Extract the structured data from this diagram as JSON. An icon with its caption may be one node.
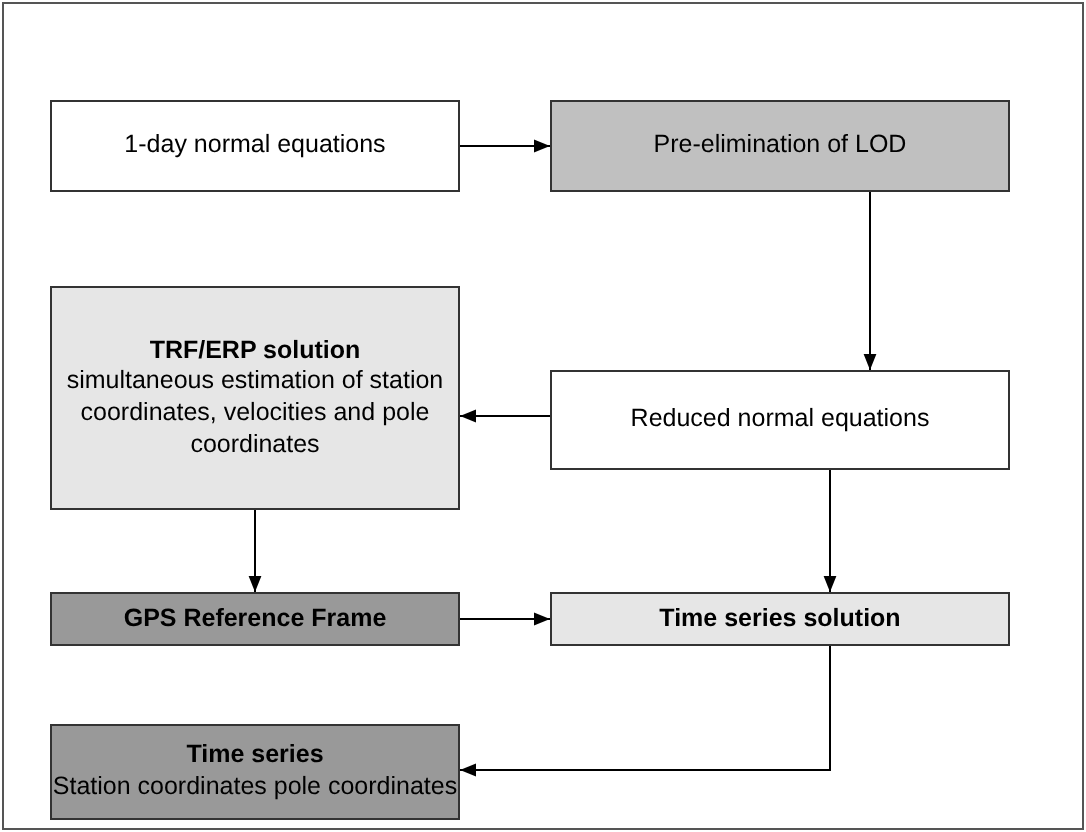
{
  "diagram": {
    "nodes": [
      {
        "text": [
          "1-day normal equations"
        ]
      },
      {
        "text": [
          "Pre-elimination of LOD"
        ]
      },
      {
        "text": [
          "TRF/ERP solution",
          "simultaneous estimation of station coordinates, velocities and pole coordinates"
        ]
      },
      {
        "text": [
          "Reduced normal equations"
        ]
      },
      {
        "text": [
          "GPS Reference Frame"
        ]
      },
      {
        "text": [
          "Time series solution"
        ]
      },
      {
        "text": [
          "Time series",
          "Station coordinates pole coordinates"
        ]
      }
    ],
    "edges": [
      {
        "from": 0,
        "to": 1,
        "arrow": "to"
      },
      {
        "from": 1,
        "to": 3,
        "arrow": "to"
      },
      {
        "from": 3,
        "to": 2,
        "arrow": "to"
      },
      {
        "from": 3,
        "to": 5,
        "arrow": "to"
      },
      {
        "from": 2,
        "to": 4,
        "arrow": "to"
      },
      {
        "from": 4,
        "to": 5,
        "arrow": "to"
      },
      {
        "from": 5,
        "to": 6,
        "arrow": "to"
      }
    ]
  }
}
